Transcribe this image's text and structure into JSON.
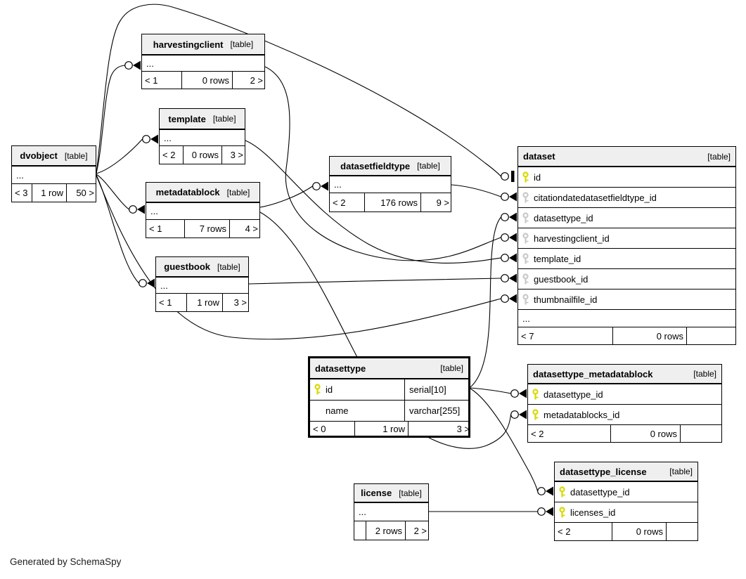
{
  "diagram": {
    "generated_by": "Generated by SchemaSpy",
    "colors": {
      "primary_key": "#d8d902",
      "foreign_key": "#c9c9c9",
      "header_bg": "#efefef",
      "border": "#000000"
    },
    "tables": [
      {
        "id": "harvestingclient",
        "name": "harvestingclient",
        "tag": "[table]",
        "ellipsis": true,
        "footer": [
          "< 1",
          "0 rows",
          "2 >"
        ]
      },
      {
        "id": "template",
        "name": "template",
        "tag": "[table]",
        "ellipsis": true,
        "footer": [
          "< 2",
          "0 rows",
          "3 >"
        ]
      },
      {
        "id": "dvobject",
        "name": "dvobject",
        "tag": "[table]",
        "ellipsis": true,
        "footer": [
          "< 3",
          "1 row",
          "50 >"
        ]
      },
      {
        "id": "metadatablock",
        "name": "metadatablock",
        "tag": "[table]",
        "ellipsis": true,
        "footer": [
          "< 1",
          "7 rows",
          "4 >"
        ]
      },
      {
        "id": "guestbook",
        "name": "guestbook",
        "tag": "[table]",
        "ellipsis": true,
        "footer": [
          "< 1",
          "1 row",
          "3 >"
        ]
      },
      {
        "id": "datasetfieldtype",
        "name": "datasetfieldtype",
        "tag": "[table]",
        "ellipsis": true,
        "footer": [
          "< 2",
          "176 rows",
          "9 >"
        ]
      },
      {
        "id": "dataset",
        "name": "dataset",
        "tag": "[table]",
        "ellipsis": true,
        "columns": [
          {
            "name": "id",
            "key": "pk"
          },
          {
            "name": "citationdatedatasetfieldtype_id",
            "key": "fk"
          },
          {
            "name": "datasettype_id",
            "key": "fk"
          },
          {
            "name": "harvestingclient_id",
            "key": "fk"
          },
          {
            "name": "template_id",
            "key": "fk"
          },
          {
            "name": "guestbook_id",
            "key": "fk"
          },
          {
            "name": "thumbnailfile_id",
            "key": "fk"
          }
        ],
        "footer": [
          "< 7",
          "0 rows",
          ""
        ]
      },
      {
        "id": "datasettype",
        "name": "datasettype",
        "tag": "[table]",
        "emphasized": true,
        "columns": [
          {
            "name": "id",
            "key": "pk",
            "type": "serial[10]"
          },
          {
            "name": "name",
            "key": "none",
            "type": "varchar[255]"
          }
        ],
        "footer": [
          "< 0",
          "1 row",
          "3 >"
        ]
      },
      {
        "id": "datasettype_metadatablock",
        "name": "datasettype_metadatablock",
        "tag": "[table]",
        "columns": [
          {
            "name": "datasettype_id",
            "key": "pk"
          },
          {
            "name": "metadatablocks_id",
            "key": "pk"
          }
        ],
        "footer": [
          "< 2",
          "0 rows",
          ""
        ]
      },
      {
        "id": "datasettype_license",
        "name": "datasettype_license",
        "tag": "[table]",
        "columns": [
          {
            "name": "datasettype_id",
            "key": "pk"
          },
          {
            "name": "licenses_id",
            "key": "pk"
          }
        ],
        "footer": [
          "< 2",
          "0 rows",
          ""
        ]
      },
      {
        "id": "license",
        "name": "license",
        "tag": "[table]",
        "ellipsis": true,
        "footer": [
          "",
          "2 rows",
          "2 >"
        ]
      }
    ],
    "relations": [
      {
        "id": "r1",
        "from": "dvobject",
        "to": "harvestingclient"
      },
      {
        "id": "r2",
        "from": "dvobject",
        "to": "template"
      },
      {
        "id": "r3",
        "from": "dvobject",
        "to": "metadatablock"
      },
      {
        "id": "r4",
        "from": "dvobject",
        "to": "guestbook"
      },
      {
        "id": "r5",
        "from": "dvobject",
        "to": "dataset.id"
      },
      {
        "id": "r6",
        "from": "dvobject",
        "to": "dataset.thumbnailfile_id"
      },
      {
        "id": "r7",
        "from": "harvestingclient",
        "to": "dataset.harvestingclient_id"
      },
      {
        "id": "r8",
        "from": "template",
        "to": "dataset.template_id"
      },
      {
        "id": "r9",
        "from": "metadatablock",
        "to": "datasetfieldtype"
      },
      {
        "id": "r10",
        "from": "metadatablock",
        "to": "datasettype_metadatablock.metadatablocks_id"
      },
      {
        "id": "r11",
        "from": "guestbook",
        "to": "dataset.guestbook_id"
      },
      {
        "id": "r12",
        "from": "datasetfieldtype",
        "to": "dataset.citationdatedatasetfieldtype_id"
      },
      {
        "id": "r13",
        "from": "datasettype",
        "to": "dataset.datasettype_id"
      },
      {
        "id": "r14",
        "from": "datasettype",
        "to": "datasettype_metadatablock.datasettype_id"
      },
      {
        "id": "r15",
        "from": "datasettype",
        "to": "datasettype_license.datasettype_id"
      },
      {
        "id": "r16",
        "from": "license",
        "to": "datasettype_license.licenses_id"
      }
    ]
  }
}
